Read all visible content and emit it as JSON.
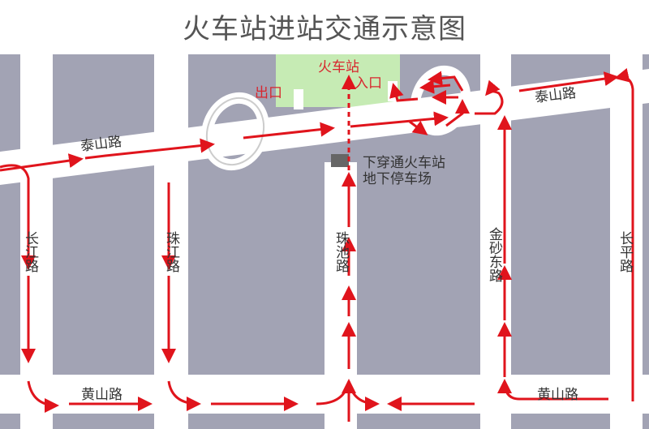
{
  "title": "火车站进站交通示意图",
  "station": {
    "name": "火车站",
    "exit": "出口",
    "entrance": "入口"
  },
  "parking": {
    "line1": "下穿通火车站",
    "line2": "地下停车场"
  },
  "roads": {
    "taishan_left": "泰山路",
    "taishan_right": "泰山路",
    "changjiang": "长江路",
    "zhujiang": "珠江路",
    "zhuchi": "珠池路",
    "jinsha_east": "金砂东路",
    "changping": "长平路",
    "huangshan_left": "黄山路",
    "huangshan_right": "黄山路"
  },
  "colors": {
    "block": "#a2a3b4",
    "station": "#c6ebb4",
    "arrow": "#e0141c"
  }
}
